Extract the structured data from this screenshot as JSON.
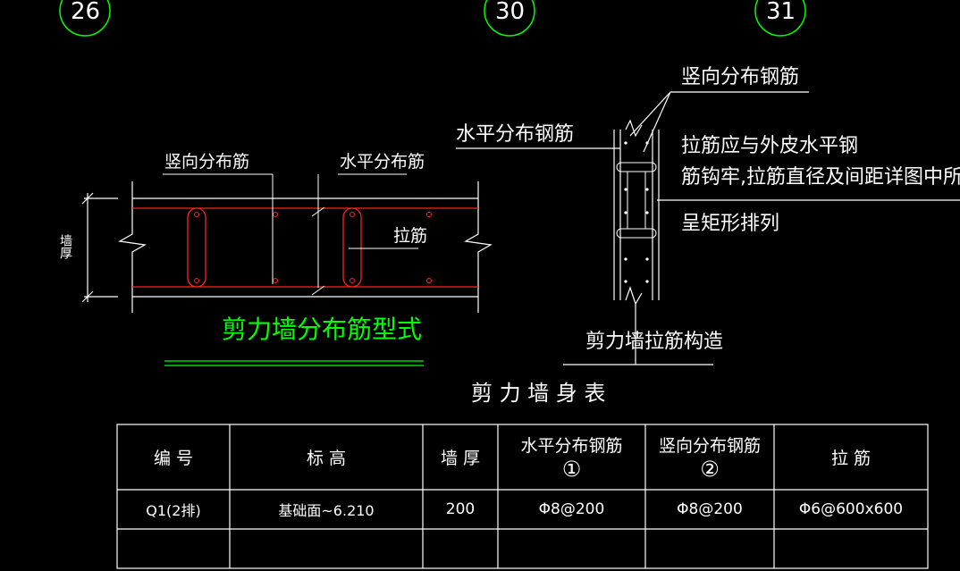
{
  "axis_labels": [
    "26",
    "30",
    "31"
  ],
  "left_detail": {
    "label_vertical": "竖向分布筋",
    "label_horizontal": "水平分布筋",
    "label_tie": "拉筋",
    "label_thickness": "墙厚",
    "title": "剪力墙分布筋型式"
  },
  "right_detail": {
    "label_vertical": "竖向分布钢筋",
    "label_horizontal": "水平分布钢筋",
    "note_line1": "拉筋应与外皮水平钢",
    "note_line2": "筋钩牢,拉筋直径及间距详图中所示",
    "note_line3": "呈矩形排列",
    "title": "剪力墙拉筋构造"
  },
  "table": {
    "title": "剪 力 墙 身 表",
    "headers": {
      "code": "编 号",
      "elevation": "标 高",
      "thickness": "墙 厚",
      "horizontal": "水平分布钢筋",
      "horizontal_num": "①",
      "vertical": "竖向分布钢筋",
      "vertical_num": "②",
      "tie": "拉 筋"
    },
    "rows": [
      {
        "code": "Q1(2排)",
        "elevation": "基础面~6.210",
        "thickness": "200",
        "horizontal": "Φ8@200",
        "vertical": "Φ8@200",
        "tie": "Φ6@600x600"
      },
      {
        "code": "",
        "elevation": "",
        "thickness": "",
        "horizontal": "",
        "vertical": "",
        "tie": ""
      }
    ]
  },
  "colors": {
    "background": "#000000",
    "lines": "#ffffff",
    "rebar": "#ff2020",
    "title_green": "#00ff00",
    "axis_circle": "#00ff00"
  }
}
